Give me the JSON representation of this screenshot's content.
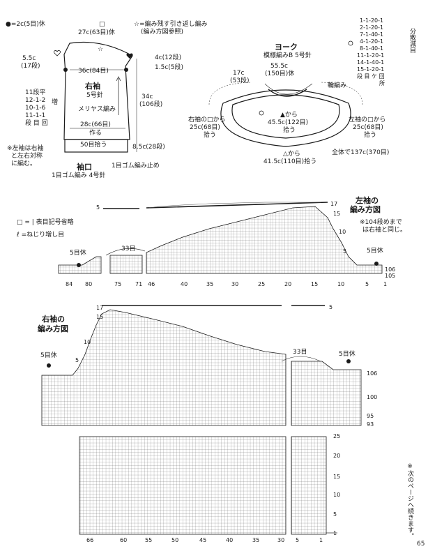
{
  "page": {
    "number": "65"
  },
  "legend_top": {
    "bind_off": "●=2c(5目)休",
    "short_row": "☆=編み残す引き返し編み",
    "short_row_note": "(編み方図参照)",
    "symbol_note": "□ = | 表目記号省略",
    "twist_inc": "ℓ =ねじり増し目",
    "mirror_note": [
      "※左袖は右袖",
      "と左右対称",
      "に編む。"
    ],
    "continue_note": "※次のページへ続きます。"
  },
  "sleeve_schematic": {
    "title": "右袖",
    "needle": "5号針",
    "stitch": "メリヤス編み",
    "top_symbol": "□",
    "top_width": "27c(63目)休",
    "star": "☆",
    "left_gauge": [
      "5.5c",
      "(17段)"
    ],
    "right_gauge_1": "4c(12段)",
    "right_gauge_2": "1.5c(5段)",
    "mid_width": "36c(84目)",
    "increase_label": "増",
    "increase_table": [
      "11段平",
      "12-1-2",
      "10-1-6",
      "11-1-1",
      "段 目 回"
    ],
    "length": [
      "34c",
      "(106段)"
    ],
    "lower_width": "28c(66目)",
    "lower_width_note": "作る",
    "pickup": "50目拾う",
    "cuff_height": "8.5c(28段)",
    "cuff_title": "袖口",
    "cuff_rib": "1目ゴム編み 4号針",
    "cuff_bindoff": "1目ゴム編み止め"
  },
  "yoke_schematic": {
    "title": "ヨーク",
    "pattern": "模様編みB 5号針",
    "top_width": [
      "55.5c",
      "(150目)休"
    ],
    "side_width": [
      "17c",
      "(53段)"
    ],
    "ring_label": "輪編み",
    "pick_from_triangle": [
      "▲から",
      "45.5c(122目)",
      "拾う"
    ],
    "right_sleeve_pick": [
      "右袖の□から",
      "25c(68目)",
      "拾う"
    ],
    "left_sleeve_pick": [
      "左袖の□から",
      "25c(68目)",
      "拾う"
    ],
    "pick_from_delta": [
      "△から",
      "41.5c(110目)拾う"
    ],
    "total": "全体で137c(370目)",
    "decrease_table": [
      "1-1-20-1",
      "2-1-20-1",
      "7-1-40-1",
      "4-1-20-1",
      "8-1-40-1",
      "11-1-20-1",
      "14-1-40-1",
      "15-1-20-1",
      "段 目 ケ 回",
      "所"
    ],
    "decrease_label": "分散減目"
  },
  "left_chart": {
    "title": [
      "左袖の",
      "編み方図"
    ],
    "note": [
      "※104段めまで",
      "は右袖と同じ。"
    ],
    "bind_left": "5目休",
    "bind_right": "5目休",
    "mid_count": "33目",
    "row_labels": [
      "17",
      "15",
      "10",
      "5",
      "106",
      "105"
    ],
    "left_row": "5",
    "col_labels": [
      "84",
      "80",
      "75",
      "71",
      "46",
      "40",
      "35",
      "30",
      "25",
      "20",
      "15",
      "10",
      "5",
      "1"
    ]
  },
  "right_chart": {
    "title": [
      "右袖の",
      "編み方図"
    ],
    "bind_left": "5目休",
    "bind_right": "5目休",
    "mid_count": "33目",
    "top_labels": [
      "17",
      "15",
      "10",
      "5",
      "5"
    ],
    "row_labels": [
      "106",
      "100",
      "95",
      "93",
      "25",
      "20",
      "15",
      "10",
      "5",
      "1"
    ],
    "col_labels": [
      "66",
      "60",
      "55",
      "50",
      "45",
      "40",
      "35",
      "30",
      "5",
      "1"
    ]
  },
  "colors": {
    "line": "#1a1a1a",
    "grid": "#555555",
    "paper": "#ffffff"
  }
}
